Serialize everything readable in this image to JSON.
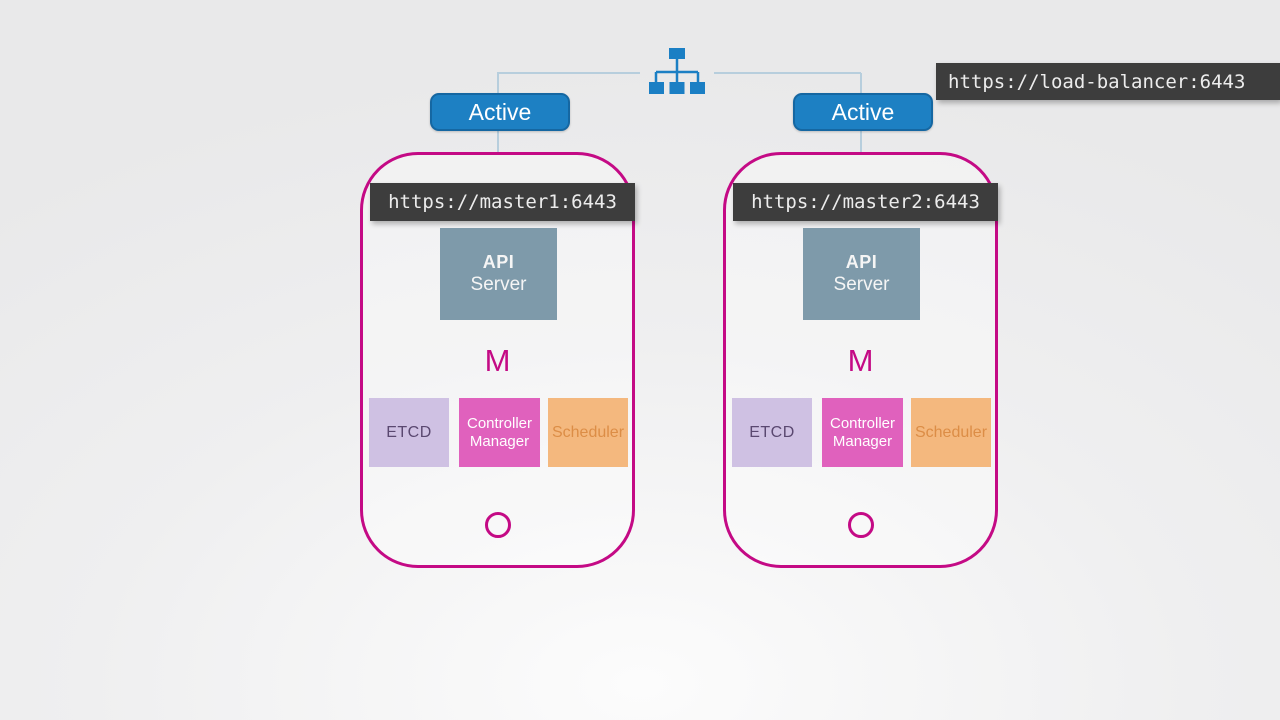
{
  "load_balancer": {
    "url": "https://load-balancer:6443",
    "icon": "sitemap-icon"
  },
  "masters": [
    {
      "name": "master1",
      "status": "Active",
      "url": "https://master1:6443",
      "api_server": {
        "title": "API",
        "subtitle": "Server"
      },
      "marker": "M",
      "components": [
        {
          "key": "etcd",
          "label": "ETCD"
        },
        {
          "key": "controller-manager",
          "label": "Controller Manager"
        },
        {
          "key": "scheduler",
          "label": "Scheduler"
        }
      ]
    },
    {
      "name": "master2",
      "status": "Active",
      "url": "https://master2:6443",
      "api_server": {
        "title": "API",
        "subtitle": "Server"
      },
      "marker": "M",
      "components": [
        {
          "key": "etcd",
          "label": "ETCD"
        },
        {
          "key": "controller-manager",
          "label": "Controller Manager"
        },
        {
          "key": "scheduler",
          "label": "Scheduler"
        }
      ]
    }
  ],
  "colors": {
    "accent_magenta": "#c40a85",
    "active_blue": "#1d80c3",
    "label_dark": "#3d3d3d",
    "connector_line": "#b7cedd",
    "lb_icon_blue": "#1b7fc4",
    "api_server_bg": "#7e9aaa",
    "etcd_bg": "#cfc1e3",
    "controller_manager_bg": "#e061bd",
    "scheduler_bg": "#f4b87e",
    "background": "#ededee"
  }
}
